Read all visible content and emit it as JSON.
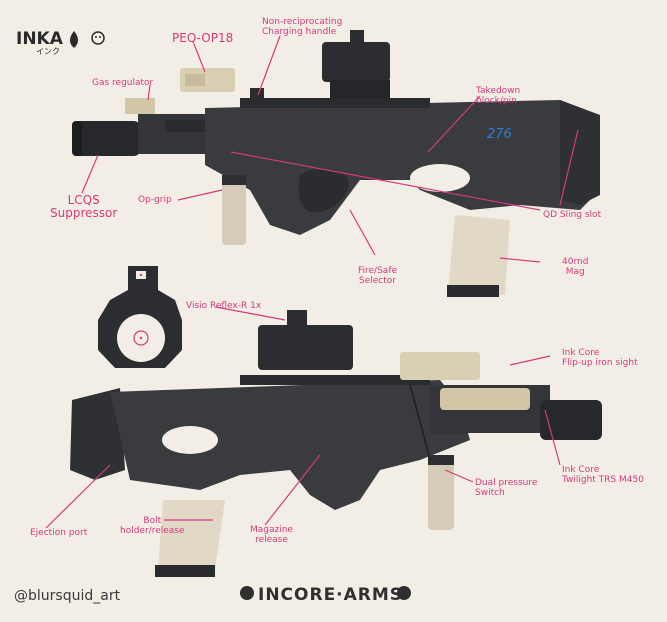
{
  "logo": {
    "title": "INKA",
    "subtitle": "インク"
  },
  "serial": "276",
  "annotations": {
    "lcqs": [
      "LCQS",
      "Suppressor"
    ],
    "gas_regulator": "Gas regulator",
    "peq": "PEQ-OP18",
    "charging": [
      "Non-reciprocating",
      "Charging handle"
    ],
    "takedown": [
      "Takedown",
      "block/pin"
    ],
    "opgrip": "Op-grip",
    "qd_sling": "QD Sling slot",
    "fire_safe": [
      "Fire/Safe",
      "Selector"
    ],
    "mag40": [
      "40rnd",
      "Mag"
    ],
    "visio": "Visio Reflex-R 1x",
    "ink_core_flip": [
      "Ink Core",
      "Flip-up iron sight"
    ],
    "ink_core_twilight": [
      "Ink Core",
      "Twilight TRS M450"
    ],
    "dual_pressure": [
      "Dual pressure",
      "Switch"
    ],
    "ejection": "Ejection port",
    "bolt_holder": [
      "Bolt",
      "holder/release"
    ],
    "magazine_release": [
      "Magazine",
      "release"
    ]
  },
  "credit": "@blursquid_art",
  "brand": "INCORE·ARMS",
  "colors": {
    "annotation": "#d63a7a",
    "body": "#3a3b3e",
    "mag": "#e2d8c6",
    "tan": "#d9cfb4",
    "serial": "#2c7fd6"
  }
}
